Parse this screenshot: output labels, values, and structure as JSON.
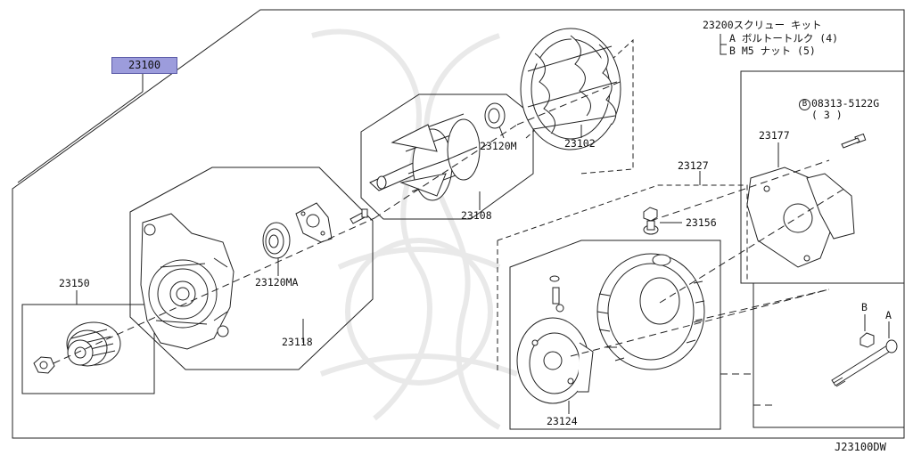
{
  "parts": {
    "main_assembly": "23100",
    "pulley": "23150",
    "front_housing": "23118",
    "bearing_front": "23120MA",
    "rotor": "23108",
    "bearing_rear": "23120M",
    "stator": "23102",
    "rear_assembly": "23127",
    "brush_holder": "23156",
    "regulator": "23124",
    "rear_cover": "23177",
    "bolt_ref": "08313-5122G",
    "bolt_ref_marker": "B",
    "bolt_qty": "( 3 )",
    "bolt_a": "A",
    "nut_b": "B"
  },
  "screw_kit": {
    "title": "23200スクリュー キット",
    "item_a": "A  ボルトートルク (4)",
    "item_b": "B  M5 ナット    (5)"
  },
  "diagram_id": "J23100DW",
  "colors": {
    "highlight": "#9c9cdc",
    "line": "#222222",
    "watermark": "#e6e6e6"
  }
}
